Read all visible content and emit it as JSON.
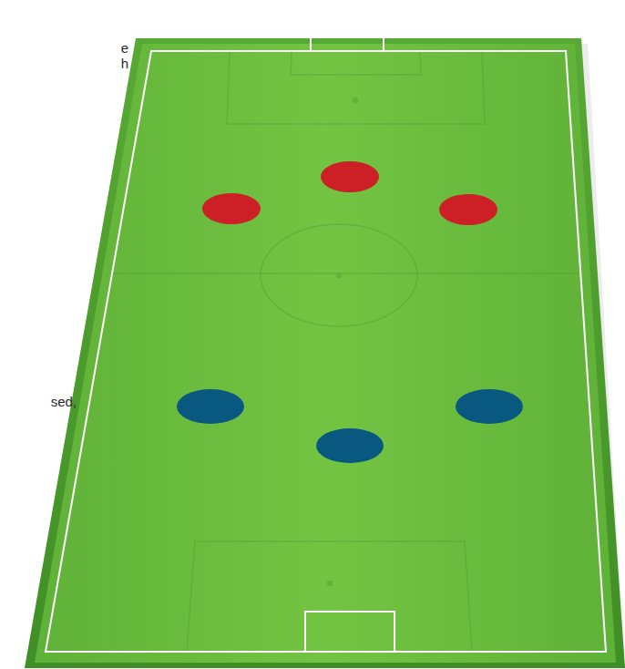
{
  "diagram": {
    "labels": [
      "e",
      "h",
      "sed,"
    ]
  }
}
